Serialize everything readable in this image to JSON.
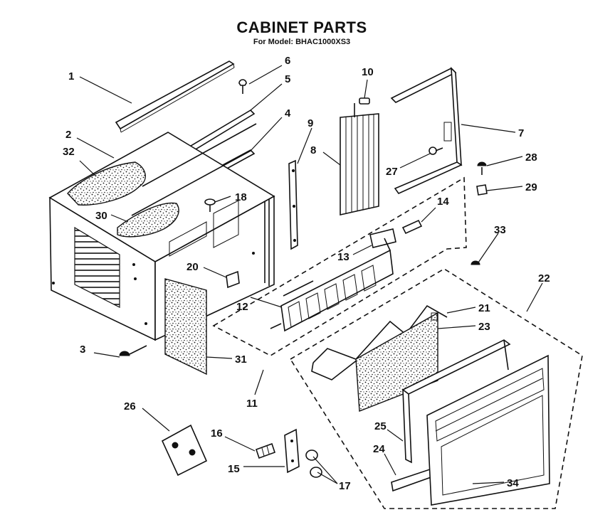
{
  "title": "CABINET PARTS",
  "subtitle": "For Model: BHAC1000XS3",
  "callouts": [
    {
      "id": "c1",
      "text": "1"
    },
    {
      "id": "c2",
      "text": "2"
    },
    {
      "id": "c3",
      "text": "3"
    },
    {
      "id": "c4",
      "text": "4"
    },
    {
      "id": "c5",
      "text": "5"
    },
    {
      "id": "c6",
      "text": "6"
    },
    {
      "id": "c7",
      "text": "7"
    },
    {
      "id": "c8",
      "text": "8"
    },
    {
      "id": "c9",
      "text": "9"
    },
    {
      "id": "c10",
      "text": "10"
    },
    {
      "id": "c11",
      "text": "11"
    },
    {
      "id": "c12",
      "text": "12"
    },
    {
      "id": "c13",
      "text": "13"
    },
    {
      "id": "c14",
      "text": "14"
    },
    {
      "id": "c15",
      "text": "15"
    },
    {
      "id": "c16",
      "text": "16"
    },
    {
      "id": "c17",
      "text": "17"
    },
    {
      "id": "c18",
      "text": "18"
    },
    {
      "id": "c20",
      "text": "20"
    },
    {
      "id": "c21",
      "text": "21"
    },
    {
      "id": "c22",
      "text": "22"
    },
    {
      "id": "c23",
      "text": "23"
    },
    {
      "id": "c24",
      "text": "24"
    },
    {
      "id": "c25",
      "text": "25"
    },
    {
      "id": "c26",
      "text": "26"
    },
    {
      "id": "c27",
      "text": "27"
    },
    {
      "id": "c28",
      "text": "28"
    },
    {
      "id": "c29",
      "text": "29"
    },
    {
      "id": "c30",
      "text": "30"
    },
    {
      "id": "c31",
      "text": "31"
    },
    {
      "id": "c32",
      "text": "32"
    },
    {
      "id": "c33",
      "text": "33"
    },
    {
      "id": "c34",
      "text": "34"
    }
  ]
}
